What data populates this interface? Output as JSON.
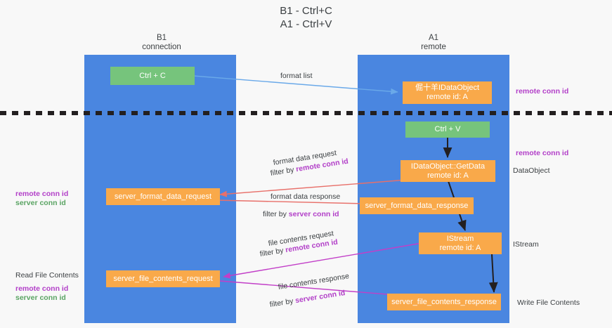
{
  "title": "B1 - Ctrl+C\nA1 - Ctrl+V",
  "columns": [
    {
      "name": "B1",
      "sub": "connection",
      "label": "B1\nconnection"
    },
    {
      "name": "A1",
      "sub": "remote",
      "label": "A1\nremote"
    }
  ],
  "nodes": {
    "ctrl_c": "Ctrl + C",
    "ctrl_v": "Ctrl + V",
    "idataobject_remote": "倔⼗⽺IDataObject\nremote id: A",
    "getdata": "IDataObject::GetData\nremote id: A",
    "istream": "IStream\nremote id: A",
    "server_format_data_request": "server_format_data_request",
    "server_format_data_response": "server_format_data_response",
    "server_file_contents_request": "server_file_contents_request",
    "server_file_contents_response": "server_file_contents_response"
  },
  "edge_labels": {
    "format_list": "format list",
    "format_data_request": "format data request",
    "format_data_request_filter_prefix": "filter by ",
    "format_data_request_filter_key": "remote conn id",
    "format_data_response": "format data response",
    "format_data_response_filter_prefix": "filter by ",
    "format_data_response_filter_key": "server conn id",
    "file_contents_request": "file contents request",
    "file_contents_request_filter_prefix": "filter by ",
    "file_contents_request_filter_key": "remote conn id",
    "file_contents_response": "file contents response",
    "file_contents_response_filter_prefix": "filter by ",
    "file_contents_response_filter_key": "server conn id"
  },
  "annotations": {
    "right_remote_conn_id_top": "remote conn id",
    "right_remote_conn_id_mid": "remote conn id",
    "right_dataobject": "DataObject",
    "right_istream": "IStream",
    "right_write_file_contents": "Write File Contents",
    "left_remote_conn_id": "remote conn id",
    "left_server_conn_id": "server conn id",
    "left_read_file_contents": "Read File Contents",
    "left_remote_conn_id_2": "remote conn id",
    "left_server_conn_id_2": "server conn id"
  },
  "colors": {
    "lane": "#4a86e0",
    "node_orange": "#f9a94a",
    "node_green": "#76c47c",
    "arrow_blue": "#6aa9e9",
    "arrow_red": "#e8706a",
    "arrow_magenta": "#c23fc8",
    "arrow_black": "#231f20",
    "key_purple": "#b23fc8",
    "key_green": "#5aa463",
    "background": "#f8f8f8"
  }
}
